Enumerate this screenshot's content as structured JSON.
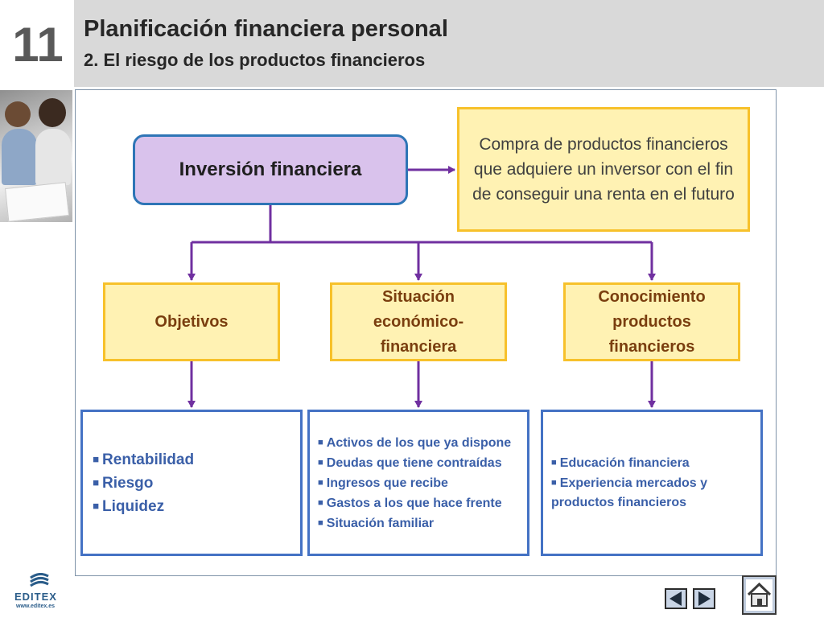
{
  "header": {
    "chapter_number": "11",
    "title": "Planificación financiera personal",
    "subtitle": "2. El riesgo de los productos financieros"
  },
  "diagram": {
    "main_concept": "Inversión financiera",
    "definition": "Compra de productos financieros que adquiere un inversor con el fin de conseguir una renta en el futuro",
    "categories": [
      {
        "label": "Objetivos",
        "items": [
          "Rentabilidad",
          "Riesgo",
          "Liquidez"
        ]
      },
      {
        "label": "Situación económico-financiera",
        "items": [
          "Activos de los que ya dispone",
          "Deudas que tiene contraídas",
          "Ingresos que recibe",
          "Gastos a los que hace frente",
          "Situación familiar"
        ]
      },
      {
        "label": "Conocimiento productos financieros",
        "items": [
          "Educación financiera",
          "Experiencia mercados y productos financieros"
        ]
      }
    ]
  },
  "footer": {
    "logo_text": "EDITEX",
    "logo_url": "www.editex.es"
  },
  "nav": {
    "prev_icon": "arrow-left-icon",
    "next_icon": "arrow-right-icon",
    "home_icon": "home-icon"
  },
  "colors": {
    "header_band": "#d9d9d9",
    "main_box_fill": "#d9c2ec",
    "main_box_border": "#2e75b6",
    "yellow_fill": "#fff2b3",
    "yellow_border": "#f7c12b",
    "category_text": "#7a3e0f",
    "list_border": "#4472c4",
    "list_text": "#3a5fa8",
    "connector": "#7030a0"
  }
}
